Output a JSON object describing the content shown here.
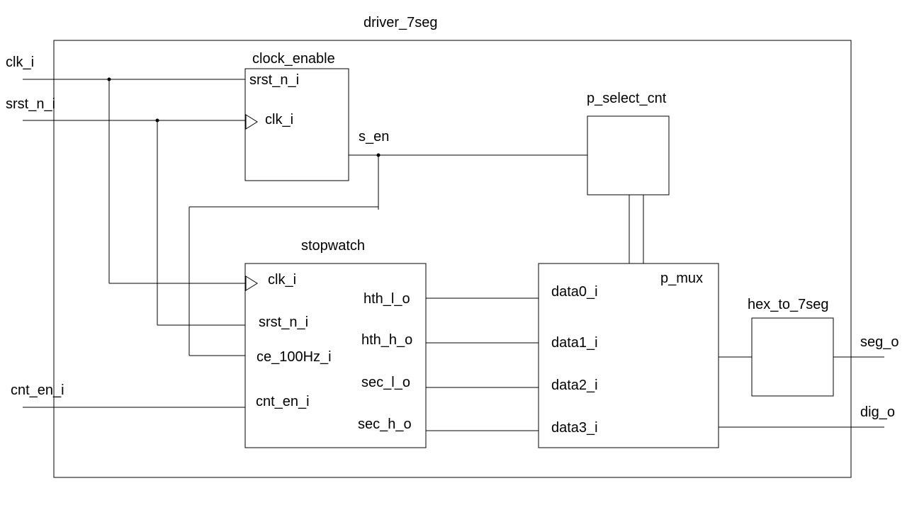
{
  "title": "driver_7seg",
  "external_inputs": {
    "clk": "clk_i",
    "srst": "srst_n_i",
    "cnt_en": "cnt_en_i"
  },
  "external_outputs": {
    "seg": "seg_o",
    "dig": "dig_o"
  },
  "clock_enable": {
    "name": "clock_enable",
    "port_srst": "srst_n_i",
    "port_clk": "clk_i",
    "output_signal": "s_en"
  },
  "p_select_cnt": {
    "name": "p_select_cnt"
  },
  "stopwatch": {
    "name": "stopwatch",
    "inputs": [
      "clk_i",
      "srst_n_i",
      "ce_100Hz_i",
      "cnt_en_i"
    ],
    "outputs": [
      "hth_l_o",
      "hth_h_o",
      "sec_l_o",
      "sec_h_o"
    ]
  },
  "p_mux": {
    "name": "p_mux",
    "inputs": [
      "data0_i",
      "data1_i",
      "data2_i",
      "data3_i"
    ]
  },
  "hex_to_7seg": {
    "name": "hex_to_7seg"
  }
}
